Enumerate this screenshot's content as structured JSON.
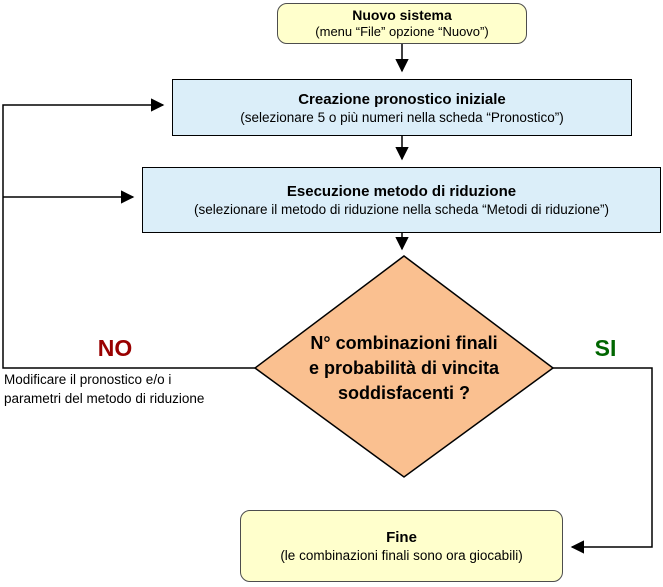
{
  "flowchart": {
    "start": {
      "title": "Nuovo sistema",
      "subtitle": "(menu “File” opzione “Nuovo”)"
    },
    "step1": {
      "title": "Creazione pronostico iniziale",
      "subtitle": "(selezionare 5 o più numeri nella scheda “Pronostico”)"
    },
    "step2": {
      "title": "Esecuzione metodo di riduzione",
      "subtitle": "(selezionare il metodo di riduzione nella scheda “Metodi di riduzione”)"
    },
    "decision": {
      "line1": "N° combinazioni finali",
      "line2": "e probabilità di vincita",
      "line3": "soddisfacenti ?"
    },
    "no_branch": {
      "label": "NO",
      "color": "#990000",
      "note_line1": "Modificare il pronostico e/o i",
      "note_line2": "parametri del metodo di riduzione"
    },
    "si_branch": {
      "label": "SI",
      "color": "#006600"
    },
    "end": {
      "title": "Fine",
      "subtitle": "(le combinazioni finali sono ora giocabili)"
    },
    "colors": {
      "terminator_fill": "#FFFFCC",
      "process_fill": "#DBEEF9",
      "decision_fill": "#FAC090",
      "line_color": "#000000"
    }
  }
}
